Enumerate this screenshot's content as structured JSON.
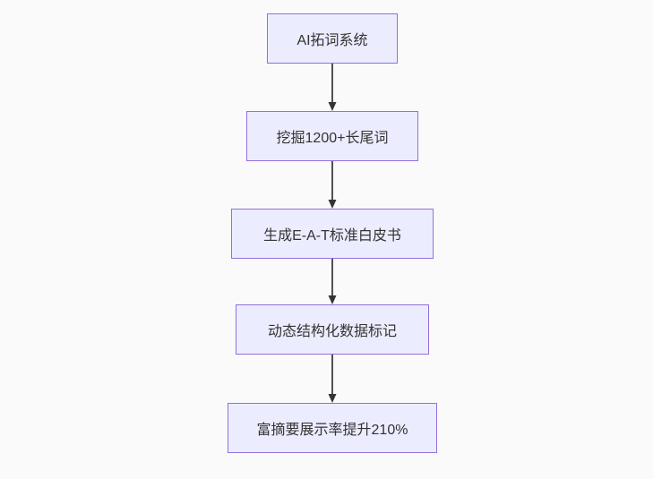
{
  "diagram": {
    "type": "flowchart-vertical",
    "nodes": [
      {
        "id": "n1",
        "label": "AI拓词系统"
      },
      {
        "id": "n2",
        "label": "挖掘1200+长尾词"
      },
      {
        "id": "n3",
        "label": "生成E-A-T标准白皮书"
      },
      {
        "id": "n4",
        "label": "动态结构化数据标记"
      },
      {
        "id": "n5",
        "label": "富摘要展示率提升210%"
      }
    ],
    "edges": [
      {
        "from": "n1",
        "to": "n2",
        "style": "solid-arrow"
      },
      {
        "from": "n2",
        "to": "n3",
        "style": "solid-arrow"
      },
      {
        "from": "n3",
        "to": "n4",
        "style": "solid-arrow"
      },
      {
        "from": "n4",
        "to": "n5",
        "style": "solid-arrow"
      }
    ],
    "colors": {
      "background": "#fafafa",
      "node_fill": "#ECECFF",
      "node_border": "#9370DB",
      "node_text": "#333333",
      "edge": "#333333"
    }
  }
}
